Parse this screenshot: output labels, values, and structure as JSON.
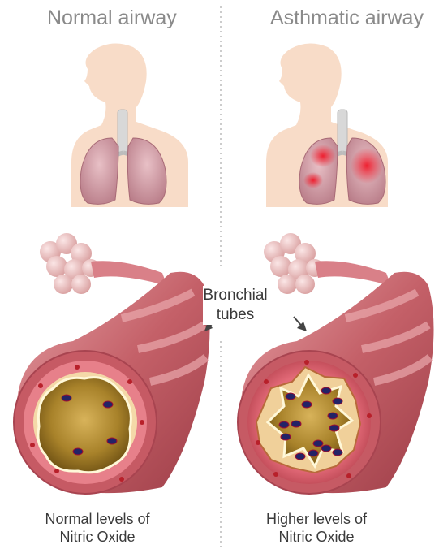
{
  "panels": {
    "left_title": "Normal airway",
    "right_title": "Asthmatic airway"
  },
  "callout": {
    "line1": "Bronchial",
    "line2": "tubes"
  },
  "captions": {
    "left_line1": "Normal levels of",
    "left_line2": "Nitric Oxide",
    "right_line1": "Higher levels of",
    "right_line2": "Nitric Oxide"
  },
  "colors": {
    "skin": "#f8dcc8",
    "lung": "#d9a0aa",
    "inflamed": "#ec2f3a",
    "tube_wall": "#c8646c",
    "tube_inner": "#8a6a1e",
    "nitric_oxide": "#222266"
  }
}
